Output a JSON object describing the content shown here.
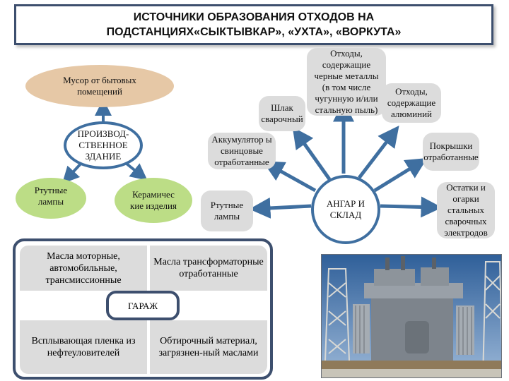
{
  "title": {
    "line1": "ИСТОЧНИКИ ОБРАЗОВАНИЯ ОТХОДОВ НА",
    "line2": "ПОДСТАНЦИЯХ«СЫКТЫВКАР», «УХТА», «ВОРКУТА»"
  },
  "left": {
    "trash": "Мусор от бытовых помещений",
    "building": "ПРОИЗВОД-СТВЕННОЕ ЗДАНИЕ",
    "lamps": "Ртутные лампы",
    "ceramics": "Керамичес кие изделия"
  },
  "hangar": {
    "center": "АНГАР И СКЛАД",
    "ferrous": "Отходы, содержащие черные металлы (в том числе чугунную и/или стальную пыль)",
    "slag": "Шлак сварочный",
    "aluminium": "Отходы, содержащие алюминий",
    "batteries": "Аккумулятор ы свинцовые отработанные",
    "tires": "Покрышки отработанные",
    "electrodes": "Остатки и огарки стальных сварочных электродов",
    "lamps": "Ртутные лампы"
  },
  "garage": {
    "oils_motor": "Масла моторные, автомобильные, трансмиссионные",
    "oils_transformer": "Масла трансформаторные отработанные",
    "label": "ГАРАЖ",
    "film": "Всплывающая пленка из нефтеуловителей",
    "rags": "Обтирочный материал, загрязнен-ный маслами"
  },
  "colors": {
    "frame": "#3d4f6e",
    "arrow": "#3f6fa0",
    "tan": "#e6c8a6",
    "green": "#bcdd86",
    "gray": "#dcdcdc"
  }
}
